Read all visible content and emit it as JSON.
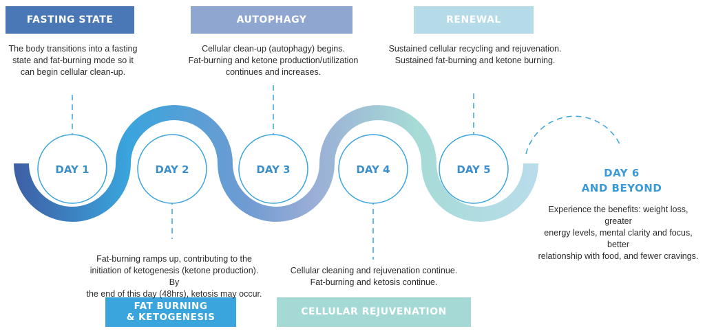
{
  "phases": {
    "fasting_state": {
      "title": "FASTING STATE",
      "color": "#4a77b5"
    },
    "autophagy": {
      "title": "AUTOPHAGY",
      "color": "#8fa6d0"
    },
    "renewal": {
      "title": "RENEWAL",
      "color": "#b5dbe8"
    },
    "fat_burning": {
      "title_line1": "FAT BURNING",
      "title_line2": "& KETOGENESIS",
      "color": "#3aa4dc"
    },
    "cellular_rejuvenation": {
      "title": "CELLULAR REJUVENATION",
      "color": "#a4d9d6"
    }
  },
  "descriptions": {
    "day1": [
      "The body transitions into a fasting",
      "state and fat-burning mode so it",
      "can begin cellular clean-up."
    ],
    "day2": [
      "Fat-burning ramps up, contributing to the",
      "initiation of ketogenesis (ketone production). By",
      "the end of this day (48hrs), ketosis may occur."
    ],
    "day3": [
      "Cellular clean-up (autophagy) begins.",
      "Fat-burning and ketone production/utilization",
      "continues and increases."
    ],
    "day4": [
      "Cellular cleaning and rejuvenation continue.",
      "Fat-burning and ketosis continue."
    ],
    "day5": [
      "Sustained cellular recycling and rejuvenation.",
      "Sustained fat-burning and ketone burning."
    ],
    "day6": [
      "Experience the benefits: weight loss, greater",
      "energy levels, mental clarity and focus, better",
      "relationship with food, and fewer cravings."
    ]
  },
  "days": {
    "d1": "DAY 1",
    "d2": "DAY 2",
    "d3": "DAY 3",
    "d4": "DAY 4",
    "d5": "DAY 5",
    "d6_line1": "DAY 6",
    "d6_line2": "AND BEYOND"
  },
  "colors": {
    "wave_start": "#3e63a6",
    "wave_blue": "#3aa4dc",
    "wave_mid": "#8fa6d0",
    "wave_teal": "#a4d9d6",
    "wave_end": "#b5dbe8",
    "circle_stroke": "#3aa4dc",
    "day_text": "#3d8fcc"
  }
}
